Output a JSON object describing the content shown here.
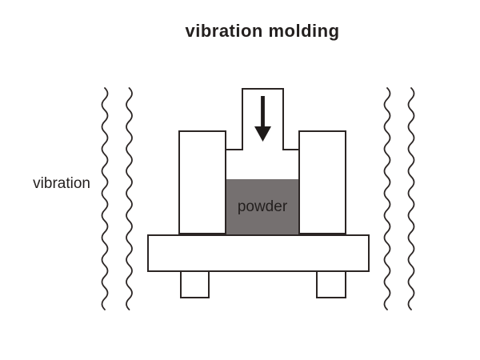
{
  "diagram": {
    "title": "vibration molding",
    "side_label": "vibration",
    "powder_label": "powder",
    "colors": {
      "stroke": "#2b2524",
      "powder_fill": "#757070",
      "arrow": "#1e1a19",
      "text": "#231f1e",
      "background": "#ffffff"
    }
  }
}
